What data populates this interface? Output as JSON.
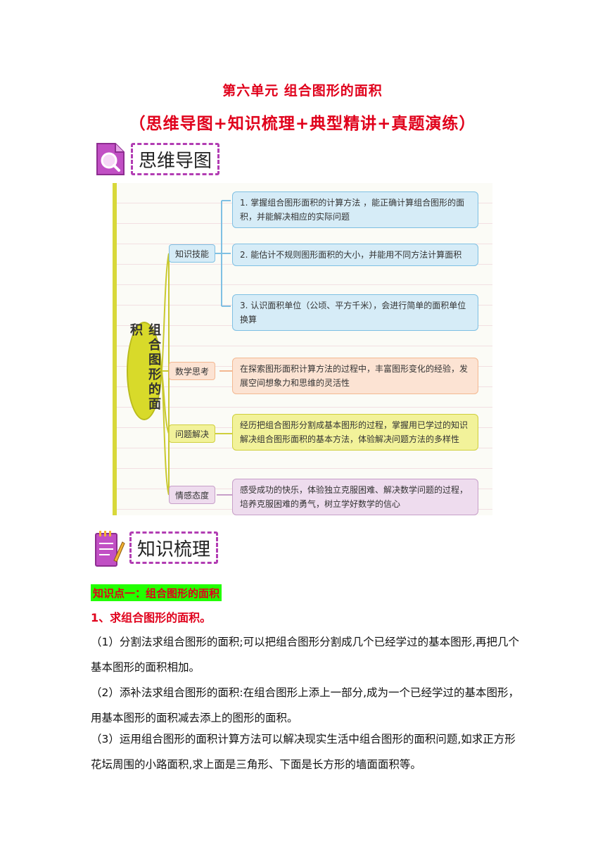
{
  "title": "第六单元  组合图形的面积",
  "subtitle": "（思维导图+知识梳理+典型精讲+真题演练）",
  "sections": {
    "mindmap_label": "思维导图",
    "knowledge_label": "知识梳理"
  },
  "mindmap": {
    "center": "组合图形的面积",
    "categories": [
      {
        "label": "知识技能",
        "items": [
          "1. 掌握组合图形面积的计算方法 ，能正确计算组合图形的面积，并能解决相应的实际问题",
          "2. 能估计不规则图形面积的大小，并能用不同方法计算面积",
          "3. 认识面积单位（公顷、平方千米），会进行简单的面积单位换算"
        ]
      },
      {
        "label": "数学思考",
        "items": [
          "在探索图形面积计算方法的过程中，丰富图形变化的经验，发展空间想象力和思维的灵活性"
        ]
      },
      {
        "label": "问题解决",
        "items": [
          "经历把组合图形分割成基本图形的过程，掌握用已学过的知识解决组合图形面积的基本方法，体验解决问题方法的多样性"
        ]
      },
      {
        "label": "情感态度",
        "items": [
          "感受成功的快乐，体验独立克服困难、解决数学问题的过程，培养克服困难的勇气，树立学好数学的信心"
        ]
      }
    ]
  },
  "knowledge": {
    "point_heading": "知识点一：组合图形的面积",
    "sub_heading": "1、求组合图形的面积。",
    "paragraphs": [
      "（1）分割法求组合图形的面积;可以把组合图形分割成几个已经学过的基本图形,再把几个基本图形的面积相加。",
      "（2）添补法求组合图形的面积:在组合图形上添上一部分,成为一个已经学过的基本图形，用基本图形的面积减去添上的图形的面积。",
      "（3）运用组合图形的面积计算方法可以解决现实生活中组合图形的面积问题,如求正方形花坛周围的小路面积,求上面是三角形、下面是长方形的墙面面积等。"
    ]
  },
  "colors": {
    "title_red": "#e0001b",
    "highlight_green": "#22ff00",
    "badge_purple": "#b23db3"
  }
}
